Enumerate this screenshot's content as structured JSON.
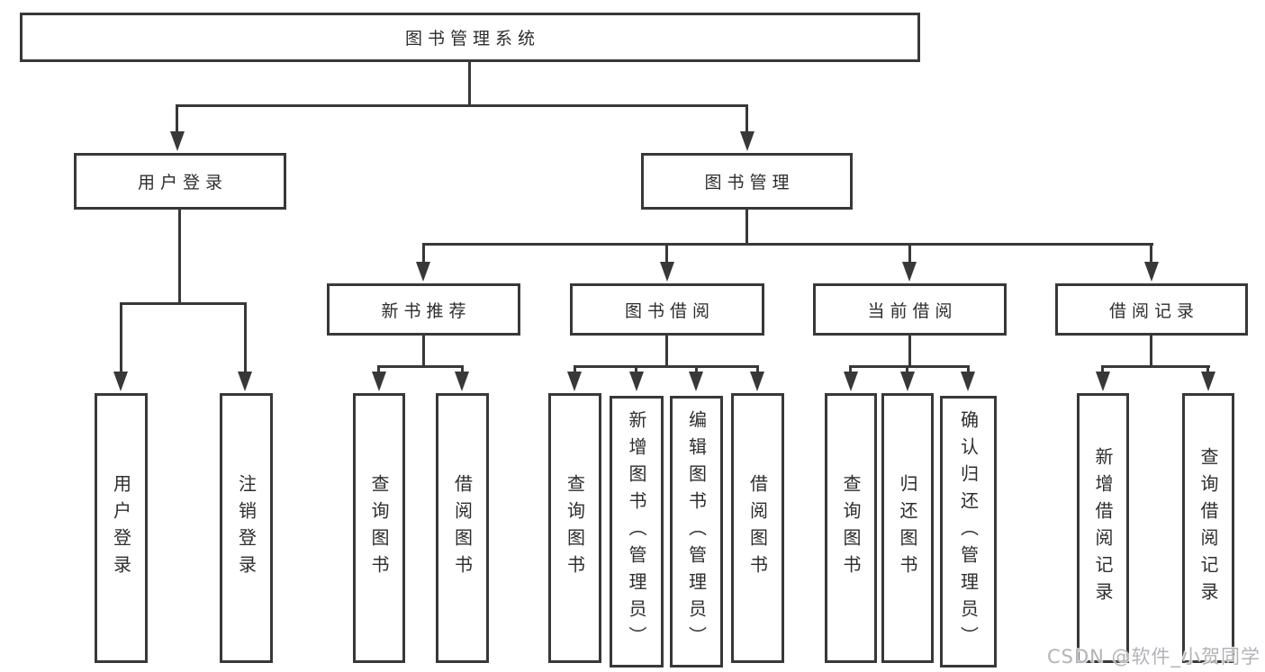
{
  "diagram_title": "图书管理系统",
  "watermark": "CSDN @软件_小贺同学",
  "colors": {
    "line": "#383838",
    "text": "#2d2d2d",
    "background": "#ffffff",
    "watermark": "#b0b3b8"
  },
  "nodes": {
    "root": {
      "label": "图书管理系统"
    },
    "user_login": {
      "label": "用户登录",
      "parent": "root"
    },
    "book_mgmt": {
      "label": "图书管理",
      "parent": "root"
    },
    "user_login_action": {
      "label": "用户登录",
      "parent": "user_login"
    },
    "logout_action": {
      "label": "注销登录",
      "parent": "user_login"
    },
    "new_book_rec": {
      "label": "新书推荐",
      "parent": "book_mgmt"
    },
    "book_borrow": {
      "label": "图书借阅",
      "parent": "book_mgmt"
    },
    "current_borrow": {
      "label": "当前借阅",
      "parent": "book_mgmt"
    },
    "borrow_records": {
      "label": "借阅记录",
      "parent": "book_mgmt"
    },
    "nbr_query_books": {
      "label": "查询图书",
      "parent": "new_book_rec"
    },
    "nbr_borrow_books": {
      "label": "借阅图书",
      "parent": "new_book_rec"
    },
    "bb_query_books": {
      "label": "查询图书",
      "parent": "book_borrow"
    },
    "bb_add_books": {
      "label": "新增图书（管理员）",
      "parent": "book_borrow"
    },
    "bb_edit_books": {
      "label": "编辑图书（管理员）",
      "parent": "book_borrow"
    },
    "bb_borrow_books": {
      "label": "借阅图书",
      "parent": "book_borrow"
    },
    "cb_query_books": {
      "label": "查询图书",
      "parent": "current_borrow"
    },
    "cb_return_books": {
      "label": "归还图书",
      "parent": "current_borrow"
    },
    "cb_confirm_return": {
      "label": "确认归还（管理员）",
      "parent": "current_borrow"
    },
    "br_add_record": {
      "label": "新增借阅记录",
      "parent": "borrow_records"
    },
    "br_query_record": {
      "label": "查询借阅记录",
      "parent": "borrow_records"
    }
  }
}
